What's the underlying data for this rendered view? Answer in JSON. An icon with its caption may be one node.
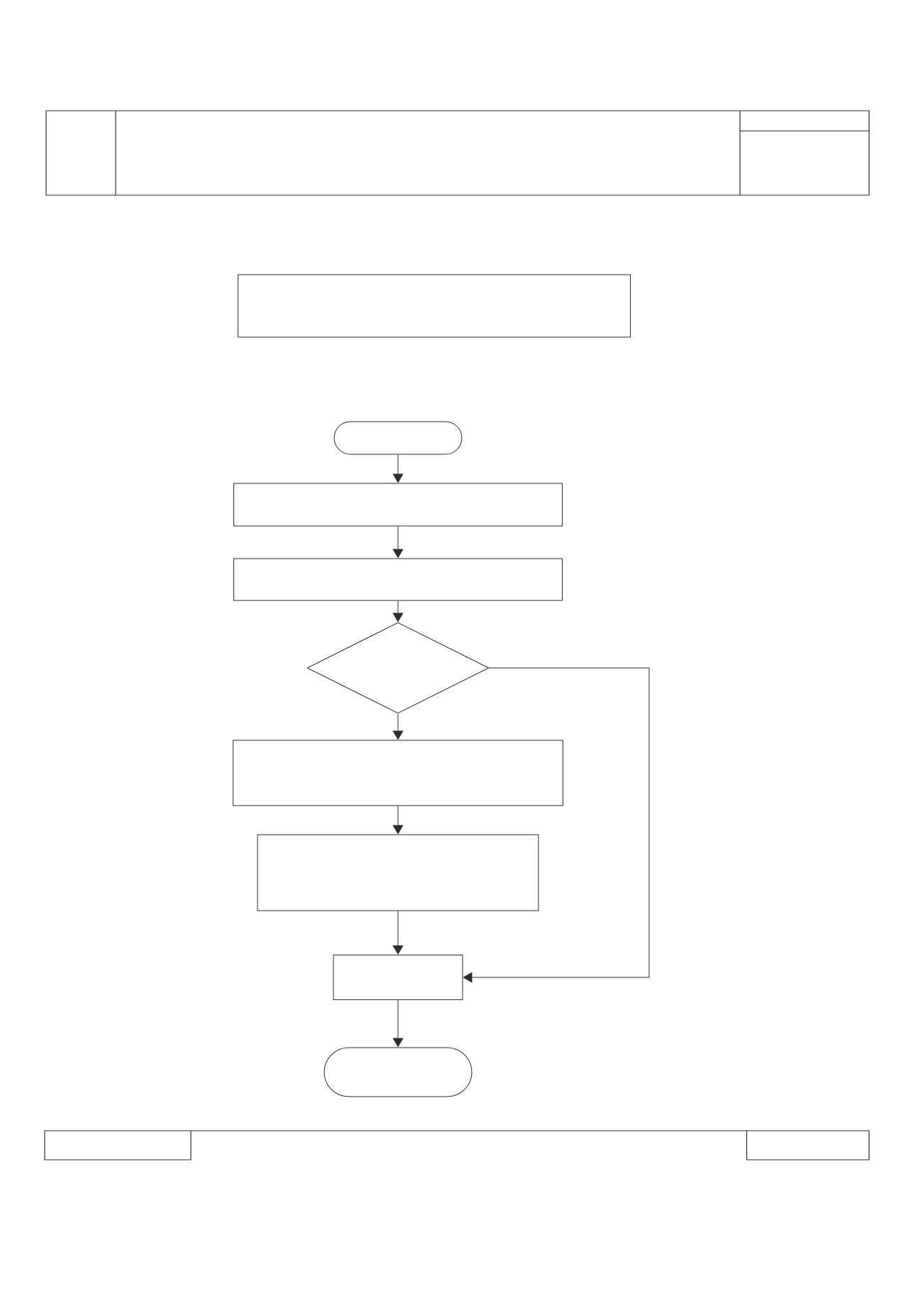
{
  "diagram": {
    "nodes": [
      {
        "text": [],
        "shape": "box"
      },
      {
        "text": [],
        "shape": "oval"
      },
      {
        "text": [],
        "shape": "box"
      },
      {
        "text": [],
        "shape": "box"
      },
      {
        "text": [],
        "shape": "diamond"
      },
      {
        "text": [],
        "shape": "box"
      },
      {
        "text": [],
        "shape": "box"
      },
      {
        "text": [],
        "shape": "box"
      },
      {
        "text": [],
        "shape": "oval"
      }
    ],
    "edges": [
      {
        "from": 1,
        "to": 2,
        "arrow": "to"
      },
      {
        "from": 2,
        "to": 3,
        "arrow": "to"
      },
      {
        "from": 3,
        "to": 4,
        "arrow": "to"
      },
      {
        "from": 4,
        "to": 5,
        "arrow": "to"
      },
      {
        "from": 5,
        "to": 6,
        "arrow": "to"
      },
      {
        "from": 6,
        "to": 7,
        "arrow": "to"
      },
      {
        "from": 4,
        "to": 7,
        "arrow": "to"
      },
      {
        "from": 7,
        "to": 8,
        "arrow": "to"
      }
    ]
  }
}
